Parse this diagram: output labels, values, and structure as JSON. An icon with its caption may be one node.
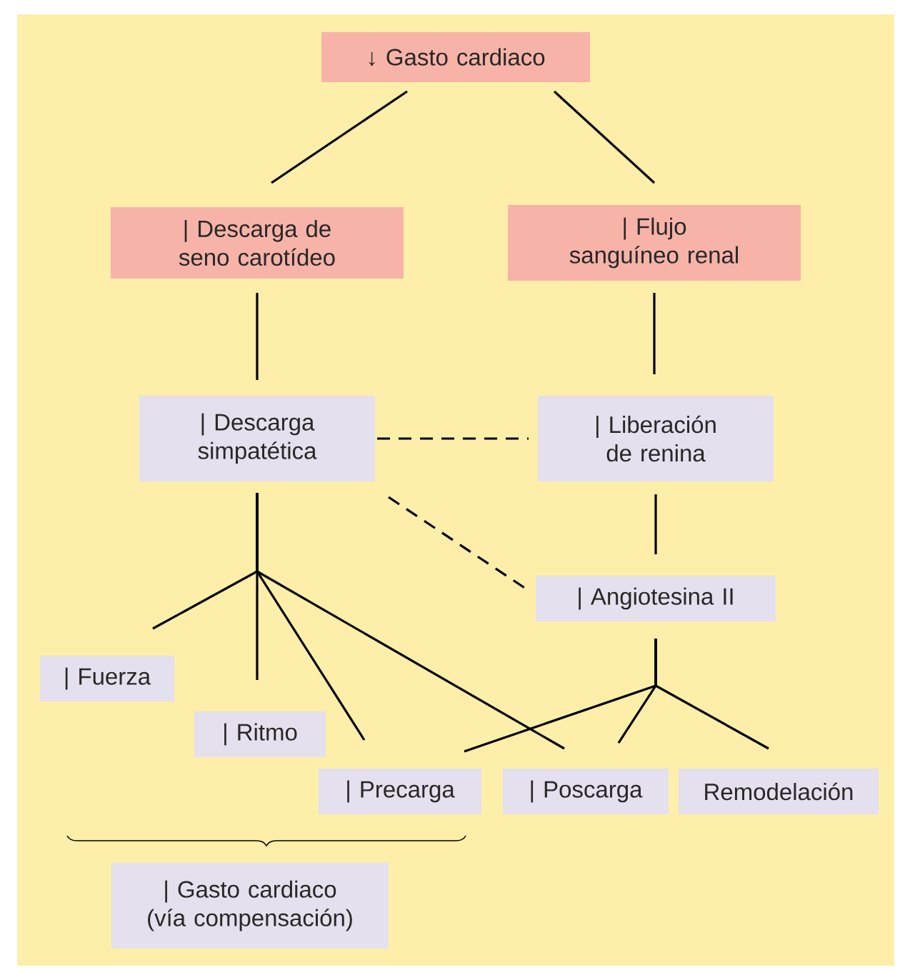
{
  "diagram": {
    "nodes": [
      {
        "text": [
          "↓ Gasto cardiaco"
        ]
      },
      {
        "text": [
          "| Descarga de seno carotídeo"
        ]
      },
      {
        "text": [
          "| Flujo sanguíneo renal"
        ]
      },
      {
        "text": [
          "| Descarga simpatética"
        ]
      },
      {
        "text": [
          "| Liberación de renina"
        ]
      },
      {
        "text": [
          "| Angiotesina II"
        ]
      },
      {
        "text": [
          "| Fuerza"
        ]
      },
      {
        "text": [
          "| Ritmo"
        ]
      },
      {
        "text": [
          "| Precarga"
        ]
      },
      {
        "text": [
          "| Poscarga"
        ]
      },
      {
        "text": [
          "Remodelación"
        ]
      },
      {
        "text": [
          "| Gasto cardiaco (vía compensación)"
        ]
      }
    ],
    "edges": [
      {
        "from": 0,
        "to": 1,
        "arrow": "none"
      },
      {
        "from": 0,
        "to": 2,
        "arrow": "none"
      },
      {
        "from": 1,
        "to": 3,
        "arrow": "none"
      },
      {
        "from": 2,
        "to": 4,
        "arrow": "none"
      },
      {
        "from": 3,
        "to": 4,
        "arrow": "none",
        "style": "dashed"
      },
      {
        "from": 3,
        "to": 5,
        "arrow": "none",
        "style": "dashed"
      },
      {
        "from": 4,
        "to": 5,
        "arrow": "none"
      },
      {
        "from": 3,
        "to": 6,
        "arrow": "none"
      },
      {
        "from": 3,
        "to": 7,
        "arrow": "none"
      },
      {
        "from": 3,
        "to": 8,
        "arrow": "none"
      },
      {
        "from": 3,
        "to": 9,
        "arrow": "none"
      },
      {
        "from": 5,
        "to": 8,
        "arrow": "none"
      },
      {
        "from": 5,
        "to": 9,
        "arrow": "none"
      },
      {
        "from": 5,
        "to": 10,
        "arrow": "none"
      }
    ]
  }
}
